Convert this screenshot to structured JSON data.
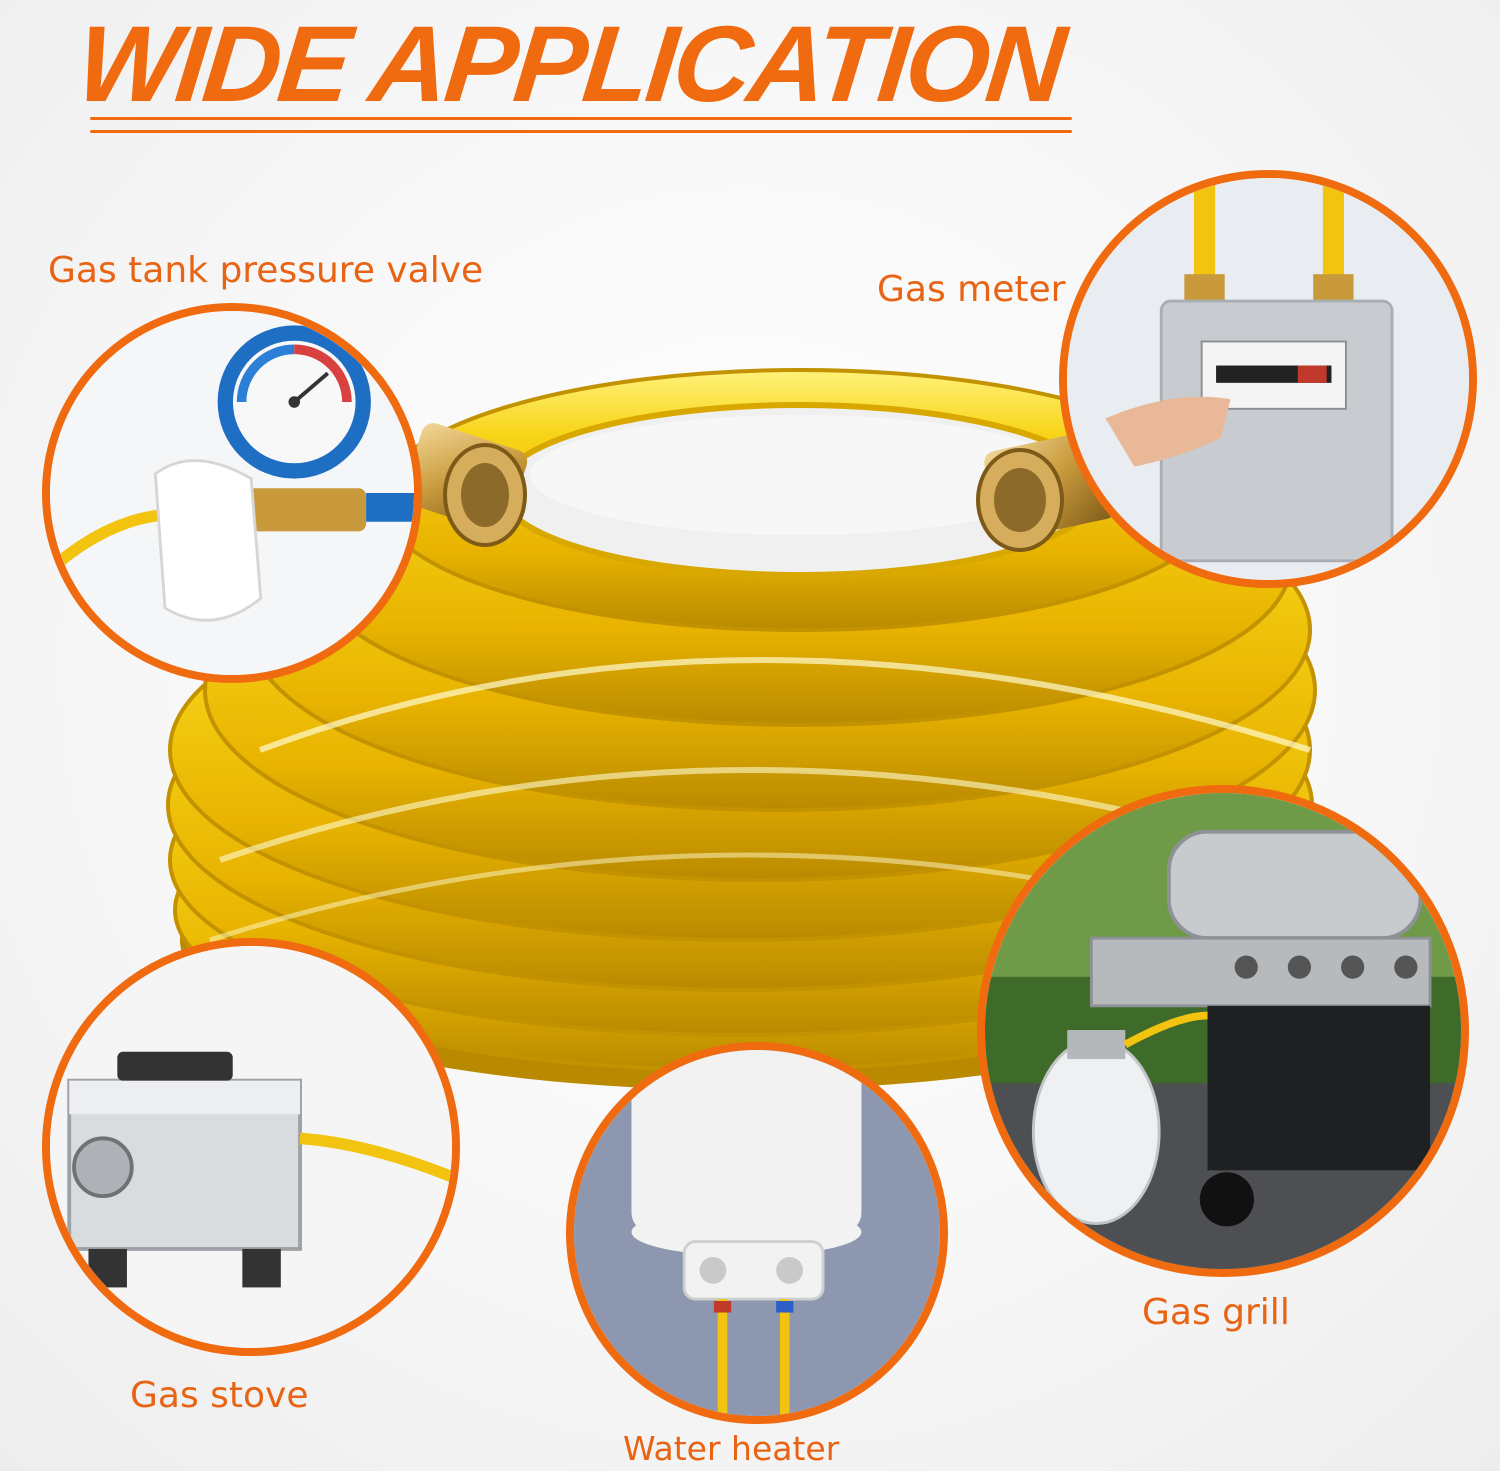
{
  "title": "WIDE APPLICATION",
  "colors": {
    "accent": "#f06a10",
    "hose": "#f2c410"
  },
  "applications": [
    {
      "label": "Gas tank pressure valve",
      "icon": "pressure-gauge-icon"
    },
    {
      "label": "Gas meter",
      "icon": "gas-meter-icon"
    },
    {
      "label": "Gas grill",
      "icon": "gas-grill-icon"
    },
    {
      "label": "Gas stove",
      "icon": "gas-stove-icon"
    },
    {
      "label": "Water heater",
      "icon": "water-heater-icon"
    }
  ]
}
